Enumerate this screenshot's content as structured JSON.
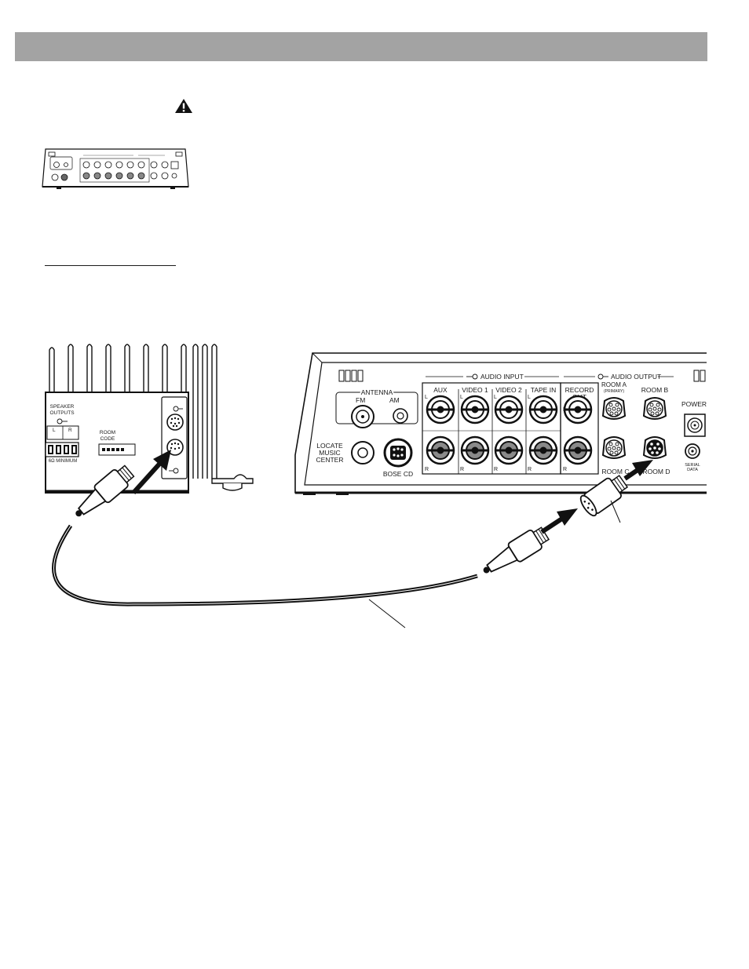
{
  "amplifier": {
    "speaker_outputs": [
      "SPEAKER",
      "OUTPUTS"
    ],
    "lr": [
      "L",
      "R"
    ],
    "room_code": [
      "ROOM",
      "CODE"
    ],
    "impedance": "6Ω MINIMUM"
  },
  "music_center": {
    "audio_input": "AUDIO INPUT",
    "audio_output": "AUDIO OUTPUT",
    "antenna": "ANTENNA",
    "fm": "FM",
    "am": "AM",
    "inputs": [
      "AUX",
      "VIDEO 1",
      "VIDEO 2",
      "TAPE IN"
    ],
    "record_out": [
      "RECORD",
      "OUT"
    ],
    "room_a": "ROOM A",
    "primary": "(PRIMARY)",
    "room_b": "ROOM B",
    "room_c": "ROOM C",
    "room_d": "ROOM D",
    "power": "POWER",
    "serial_data": [
      "SERIAL",
      "DATA"
    ],
    "locate": [
      "LOCATE",
      "MUSIC",
      "CENTER"
    ],
    "bose_cd": "BOSE CD",
    "channel_l": "L",
    "channel_r": "R"
  }
}
